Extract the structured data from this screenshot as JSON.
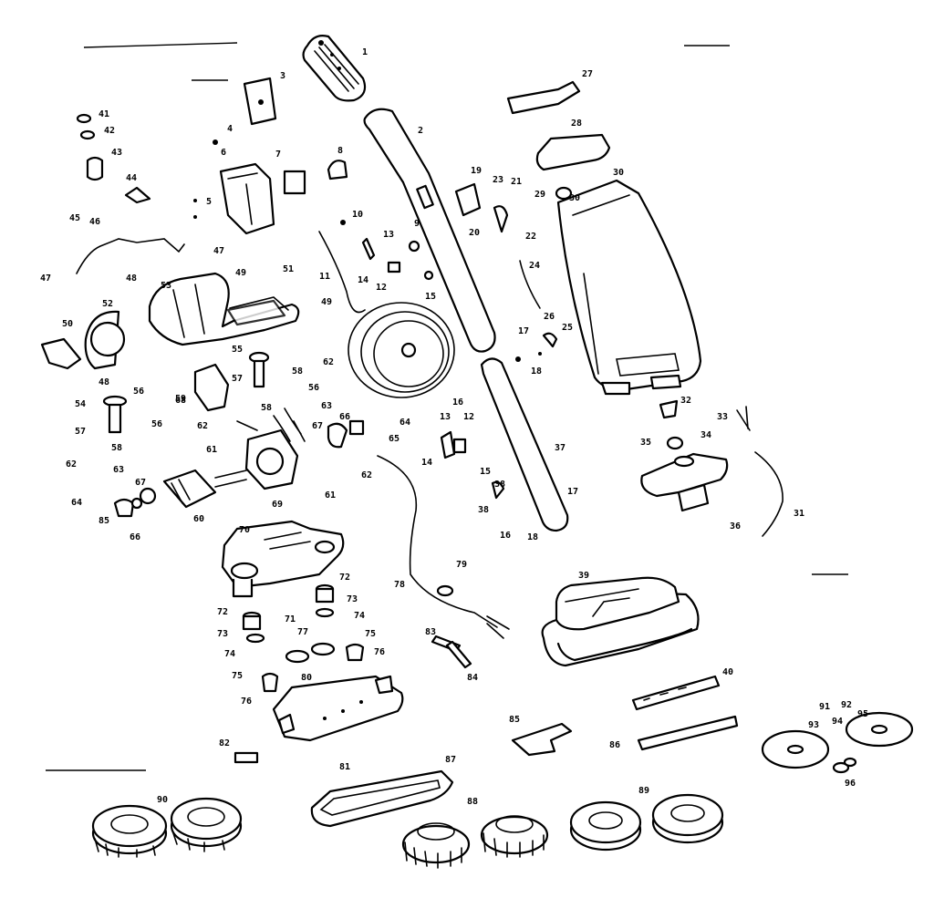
{
  "colors": {
    "ink": "#000000",
    "paper": "#ffffff"
  },
  "labels": [
    {
      "id": "1",
      "text": "1"
    },
    {
      "id": "2",
      "text": "2"
    },
    {
      "id": "3",
      "text": "3"
    },
    {
      "id": "4",
      "text": "4"
    },
    {
      "id": "5",
      "text": "5"
    },
    {
      "id": "6",
      "text": "6"
    },
    {
      "id": "7",
      "text": "7"
    },
    {
      "id": "8",
      "text": "8"
    },
    {
      "id": "9",
      "text": "9"
    },
    {
      "id": "10",
      "text": "10"
    },
    {
      "id": "11",
      "text": "11"
    },
    {
      "id": "12a",
      "text": "12"
    },
    {
      "id": "13a",
      "text": "13"
    },
    {
      "id": "14a",
      "text": "14"
    },
    {
      "id": "15a",
      "text": "15"
    },
    {
      "id": "16a",
      "text": "16"
    },
    {
      "id": "17a",
      "text": "17"
    },
    {
      "id": "18a",
      "text": "18"
    },
    {
      "id": "19",
      "text": "19"
    },
    {
      "id": "20",
      "text": "20"
    },
    {
      "id": "21",
      "text": "21"
    },
    {
      "id": "22",
      "text": "22"
    },
    {
      "id": "23",
      "text": "23"
    },
    {
      "id": "24",
      "text": "24"
    },
    {
      "id": "25",
      "text": "25"
    },
    {
      "id": "26",
      "text": "26"
    },
    {
      "id": "27",
      "text": "27"
    },
    {
      "id": "28",
      "text": "28"
    },
    {
      "id": "29",
      "text": "29"
    },
    {
      "id": "30a",
      "text": "30"
    },
    {
      "id": "31",
      "text": "31"
    },
    {
      "id": "32",
      "text": "32"
    },
    {
      "id": "33",
      "text": "33"
    },
    {
      "id": "34",
      "text": "34"
    },
    {
      "id": "35",
      "text": "35"
    },
    {
      "id": "36",
      "text": "36"
    },
    {
      "id": "37",
      "text": "37"
    },
    {
      "id": "38a",
      "text": "38"
    },
    {
      "id": "39",
      "text": "39"
    },
    {
      "id": "40",
      "text": "40"
    },
    {
      "id": "41",
      "text": "41"
    },
    {
      "id": "42",
      "text": "42"
    },
    {
      "id": "43",
      "text": "43"
    },
    {
      "id": "44",
      "text": "44"
    },
    {
      "id": "45",
      "text": "45"
    },
    {
      "id": "46",
      "text": "46"
    },
    {
      "id": "47a",
      "text": "47"
    },
    {
      "id": "47b",
      "text": "47"
    },
    {
      "id": "48a",
      "text": "48"
    },
    {
      "id": "48b",
      "text": "48"
    },
    {
      "id": "49a",
      "text": "49"
    },
    {
      "id": "49b",
      "text": "49"
    },
    {
      "id": "50",
      "text": "50"
    },
    {
      "id": "51",
      "text": "51"
    },
    {
      "id": "52",
      "text": "52"
    },
    {
      "id": "53",
      "text": "53"
    },
    {
      "id": "54",
      "text": "54"
    },
    {
      "id": "55",
      "text": "55"
    },
    {
      "id": "56a",
      "text": "56"
    },
    {
      "id": "56b",
      "text": "56"
    },
    {
      "id": "56c",
      "text": "56"
    },
    {
      "id": "57a",
      "text": "57"
    },
    {
      "id": "57b",
      "text": "57"
    },
    {
      "id": "58a",
      "text": "58"
    },
    {
      "id": "58b",
      "text": "58"
    },
    {
      "id": "58c",
      "text": "58"
    },
    {
      "id": "59",
      "text": "59"
    },
    {
      "id": "60",
      "text": "60"
    },
    {
      "id": "61a",
      "text": "61"
    },
    {
      "id": "61b",
      "text": "61"
    },
    {
      "id": "62a",
      "text": "62"
    },
    {
      "id": "62b",
      "text": "62"
    },
    {
      "id": "62c",
      "text": "62"
    },
    {
      "id": "62d",
      "text": "62"
    },
    {
      "id": "63a",
      "text": "63"
    },
    {
      "id": "63b",
      "text": "63"
    },
    {
      "id": "64a",
      "text": "64"
    },
    {
      "id": "64b",
      "text": "64"
    },
    {
      "id": "65",
      "text": "65"
    },
    {
      "id": "66a",
      "text": "66"
    },
    {
      "id": "66b",
      "text": "66"
    },
    {
      "id": "67a",
      "text": "67"
    },
    {
      "id": "67b",
      "text": "67"
    },
    {
      "id": "68",
      "text": "68"
    },
    {
      "id": "69",
      "text": "69"
    },
    {
      "id": "70",
      "text": "70"
    },
    {
      "id": "71",
      "text": "71"
    },
    {
      "id": "72a",
      "text": "72"
    },
    {
      "id": "72b",
      "text": "72"
    },
    {
      "id": "73a",
      "text": "73"
    },
    {
      "id": "73b",
      "text": "73"
    },
    {
      "id": "74a",
      "text": "74"
    },
    {
      "id": "74b",
      "text": "74"
    },
    {
      "id": "75a",
      "text": "75"
    },
    {
      "id": "75b",
      "text": "75"
    },
    {
      "id": "76a",
      "text": "76"
    },
    {
      "id": "76b",
      "text": "76"
    },
    {
      "id": "77",
      "text": "77"
    },
    {
      "id": "78",
      "text": "78"
    },
    {
      "id": "79",
      "text": "79"
    },
    {
      "id": "80",
      "text": "80"
    },
    {
      "id": "81",
      "text": "81"
    },
    {
      "id": "82",
      "text": "82"
    },
    {
      "id": "83",
      "text": "83"
    },
    {
      "id": "84",
      "text": "84"
    },
    {
      "id": "85a",
      "text": "85"
    },
    {
      "id": "85b",
      "text": "85"
    },
    {
      "id": "86",
      "text": "86"
    },
    {
      "id": "87",
      "text": "87"
    },
    {
      "id": "88",
      "text": "88"
    },
    {
      "id": "89",
      "text": "89"
    },
    {
      "id": "90",
      "text": "90"
    },
    {
      "id": "91",
      "text": "91"
    },
    {
      "id": "92",
      "text": "92"
    },
    {
      "id": "93",
      "text": "93"
    },
    {
      "id": "94",
      "text": "94"
    },
    {
      "id": "95",
      "text": "95"
    },
    {
      "id": "96",
      "text": "96"
    },
    {
      "id": "12b",
      "text": "12"
    },
    {
      "id": "13b",
      "text": "13"
    },
    {
      "id": "14b",
      "text": "14"
    },
    {
      "id": "15b",
      "text": "15"
    },
    {
      "id": "16b",
      "text": "16"
    },
    {
      "id": "17b",
      "text": "17"
    },
    {
      "id": "18b",
      "text": "18"
    },
    {
      "id": "30b",
      "text": "30"
    },
    {
      "id": "38b",
      "text": "38"
    }
  ]
}
